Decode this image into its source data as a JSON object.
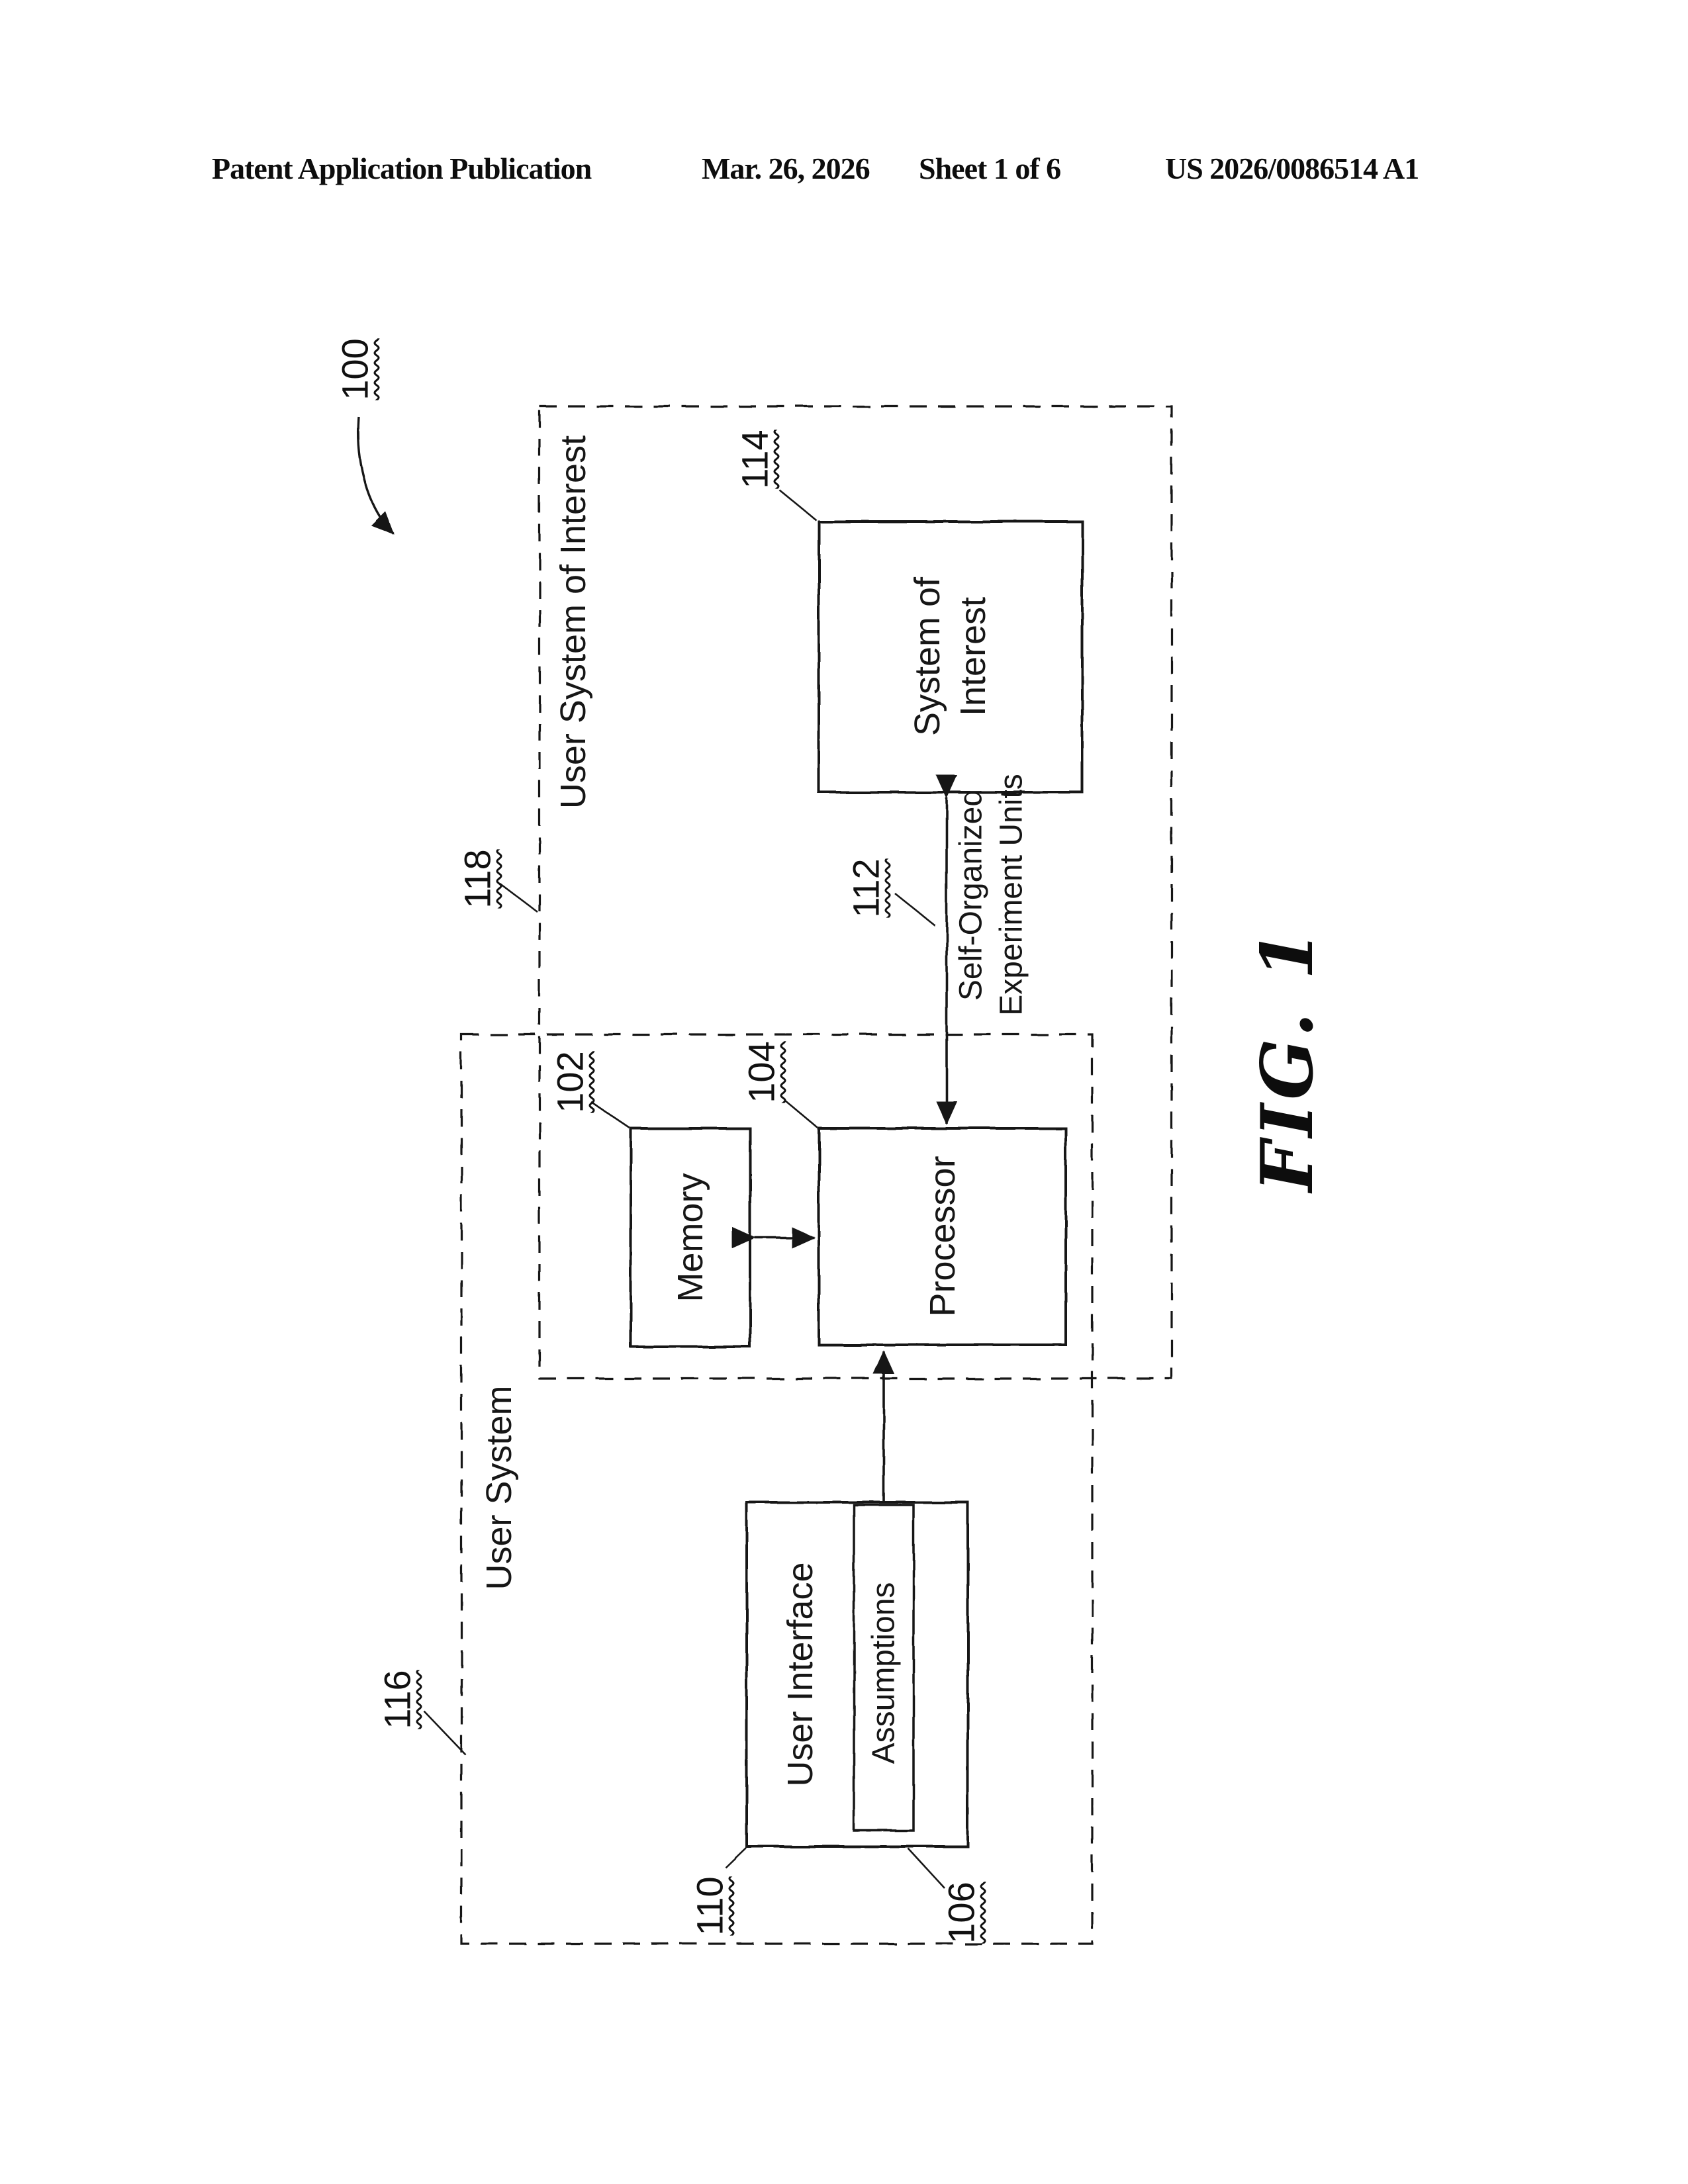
{
  "header": {
    "left": "Patent Application Publication",
    "center_date": "Mar. 26, 2026",
    "center_sheet": "Sheet 1 of 6",
    "right": "US 2026/0086514 A1"
  },
  "figure": {
    "caption": "FIG. 1",
    "overall_ref": "100",
    "boxes": {
      "user_system_of_interest": {
        "label": "User System of Interest",
        "ref": "118"
      },
      "user_system": {
        "label": "User System",
        "ref": "116"
      },
      "system_of_interest": {
        "line1": "System of",
        "line2": "Interest",
        "ref": "114"
      },
      "memory": {
        "label": "Memory",
        "ref": "102"
      },
      "processor": {
        "label": "Processor",
        "ref": "104"
      },
      "user_interface": {
        "label": "User Interface",
        "ref": "110"
      },
      "assumptions": {
        "label": "Assumptions",
        "ref": "106"
      }
    },
    "connections": {
      "self_organized_units": {
        "line1": "Self-Organized",
        "line2": "Experiment Units",
        "ref": "112"
      }
    }
  }
}
